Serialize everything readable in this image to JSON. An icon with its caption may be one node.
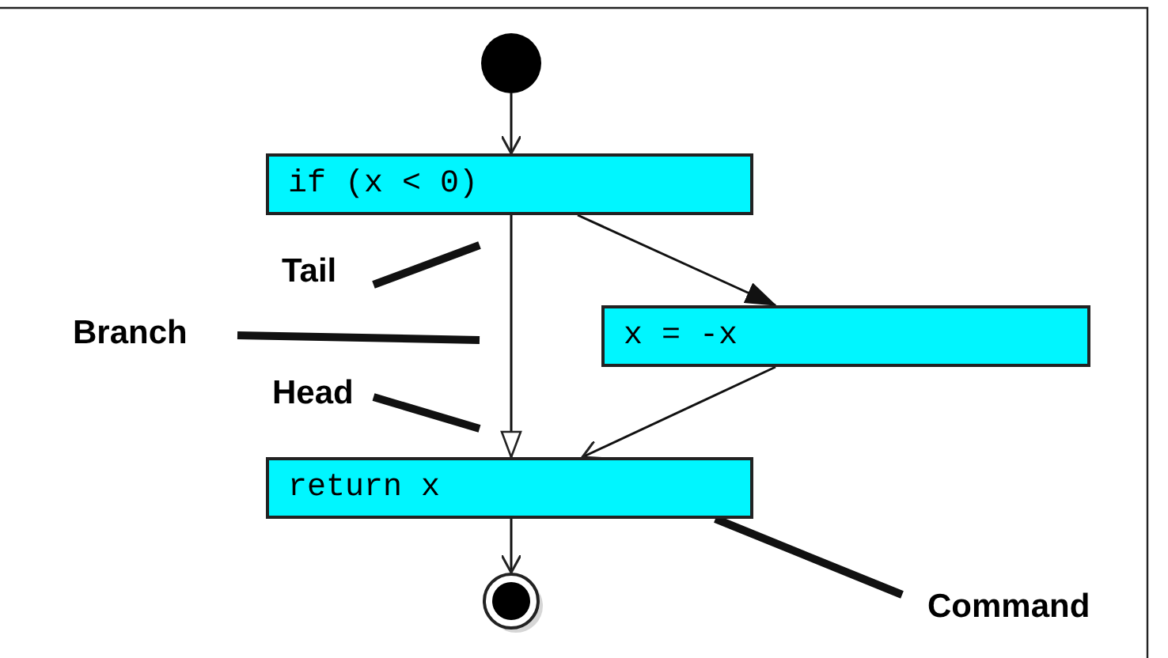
{
  "diagram": {
    "nodes": [
      {
        "text": [],
        "shape": "circle"
      },
      {
        "text": [
          "if (x < 0)"
        ]
      },
      {
        "text": [
          "x = -x"
        ]
      },
      {
        "text": [
          "return x"
        ]
      },
      {
        "text": [],
        "shape": "circle"
      },
      {
        "text": [
          "Tail"
        ]
      },
      {
        "text": [
          "Branch"
        ]
      },
      {
        "text": [
          "Head"
        ]
      },
      {
        "text": [
          "Command"
        ]
      }
    ],
    "edges": [
      {
        "from": 0,
        "to": 1,
        "arrow": "to"
      },
      {
        "from": 1,
        "to": 3,
        "arrow": "to"
      },
      {
        "from": 1,
        "to": 2,
        "arrow": "to"
      },
      {
        "from": 2,
        "to": 3,
        "arrow": "to"
      },
      {
        "from": 3,
        "to": 4,
        "arrow": "to"
      },
      {
        "from": 5,
        "to": null,
        "arrow": "none",
        "style": "thick"
      },
      {
        "from": 6,
        "to": null,
        "arrow": "none",
        "style": "thick"
      },
      {
        "from": 7,
        "to": null,
        "arrow": "none",
        "style": "thick"
      },
      {
        "from": 8,
        "to": 3,
        "arrow": "none",
        "style": "thick"
      }
    ]
  }
}
